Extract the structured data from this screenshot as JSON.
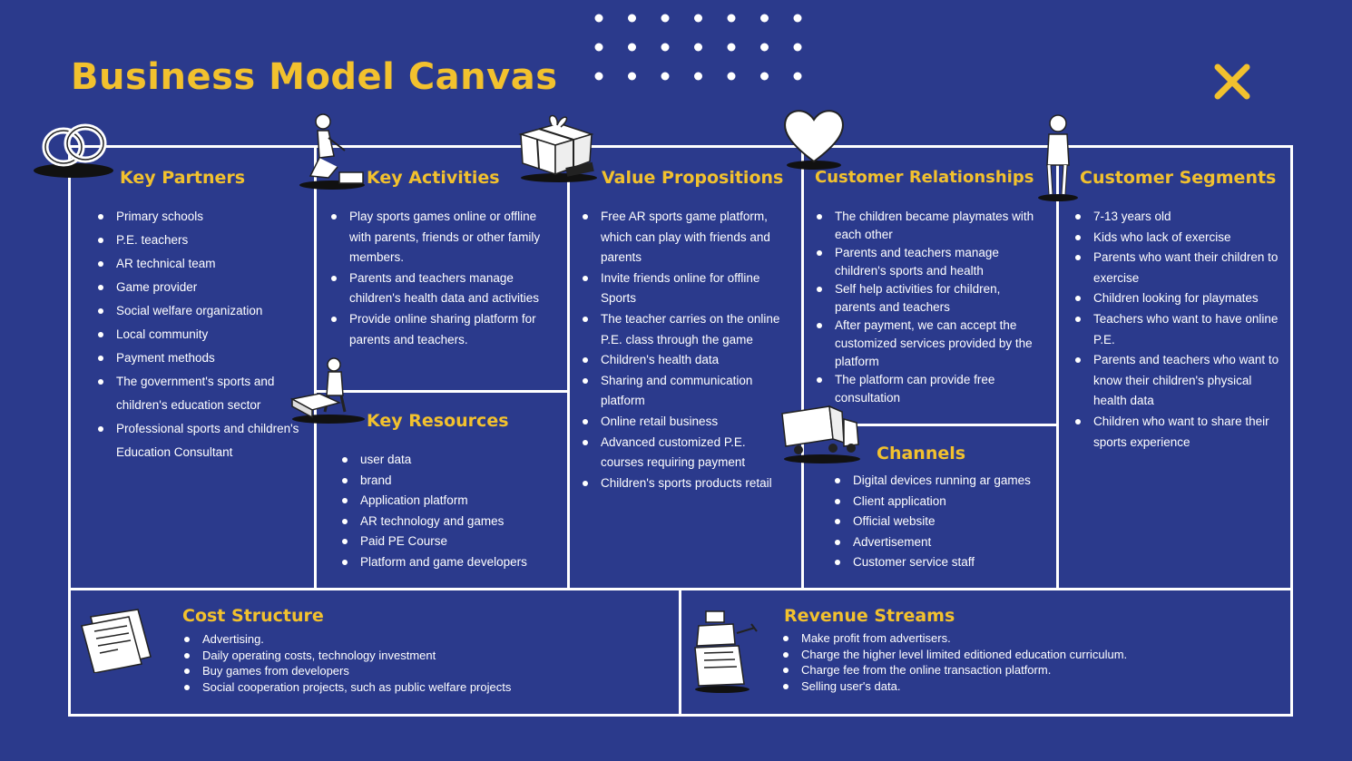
{
  "title": "Business Model Canvas",
  "colors": {
    "background": "#2b3a8c",
    "accent": "#f2c12e",
    "line": "#ffffff"
  },
  "icons": [
    "rings-icon",
    "kneeling-person-icon",
    "gift-icon",
    "heart-icon",
    "standing-person-icon",
    "person-with-box-icon",
    "truck-icon",
    "document-icon",
    "cash-register-icon",
    "close-icon"
  ],
  "key_partners": {
    "title": "Key Partners",
    "items": [
      "Primary schools",
      "P.E. teachers",
      "AR technical team",
      "Game provider",
      "Social welfare organization",
      "Local community",
      "Payment methods",
      "The government's sports and children's education sector",
      "Professional sports and children's Education Consultant"
    ]
  },
  "key_activities": {
    "title": "Key Activities",
    "items": [
      "Play sports games online or offline with parents, friends or other family members.",
      "Parents and teachers manage children's health data and activities",
      "Provide online sharing platform for parents and teachers."
    ]
  },
  "key_resources": {
    "title": "Key Resources",
    "items": [
      "user data",
      "brand",
      "Application platform",
      "AR technology and games",
      "Paid PE Course",
      "Platform and game developers"
    ]
  },
  "value_propositions": {
    "title": "Value Propositions",
    "items": [
      "Free AR sports game platform, which can play with friends and parents",
      "Invite friends online for offline Sports",
      "The teacher carries on the online P.E. class through the game",
      "Children's health data",
      "Sharing and communication platform",
      "Online retail business",
      "Advanced customized P.E. courses requiring payment",
      "Children's sports products retail"
    ]
  },
  "customer_relationships": {
    "title": "Customer Relationships",
    "items": [
      "The children became playmates with each other",
      "Parents and teachers manage children's sports and health",
      "Self help activities for children, parents and teachers",
      "After payment, we can accept the customized services provided by the platform",
      "The platform can provide free consultation"
    ]
  },
  "channels": {
    "title": "Channels",
    "items": [
      "Digital devices running ar games",
      "Client application",
      "Official website",
      "Advertisement",
      "Customer service staff"
    ]
  },
  "customer_segments": {
    "title": "Customer Segments",
    "items": [
      "7-13 years old",
      " Kids who lack of exercise",
      "Parents who want their children to exercise",
      "Children looking for playmates",
      "Teachers who want to have online P.E.",
      "Parents and teachers who want to know their children's physical health data",
      "Children who want to share their sports experience"
    ]
  },
  "cost_structure": {
    "title": "Cost Structure",
    "items": [
      "Advertising.",
      "Daily operating costs,  technology investment",
      "Buy games from developers",
      "Social cooperation projects, such as public welfare projects"
    ]
  },
  "revenue_streams": {
    "title": "Revenue Streams",
    "items": [
      "Make profit from advertisers.",
      "Charge the higher level limited editioned education curriculum.",
      "Charge fee from the online transaction platform.",
      "Selling user's data."
    ]
  }
}
